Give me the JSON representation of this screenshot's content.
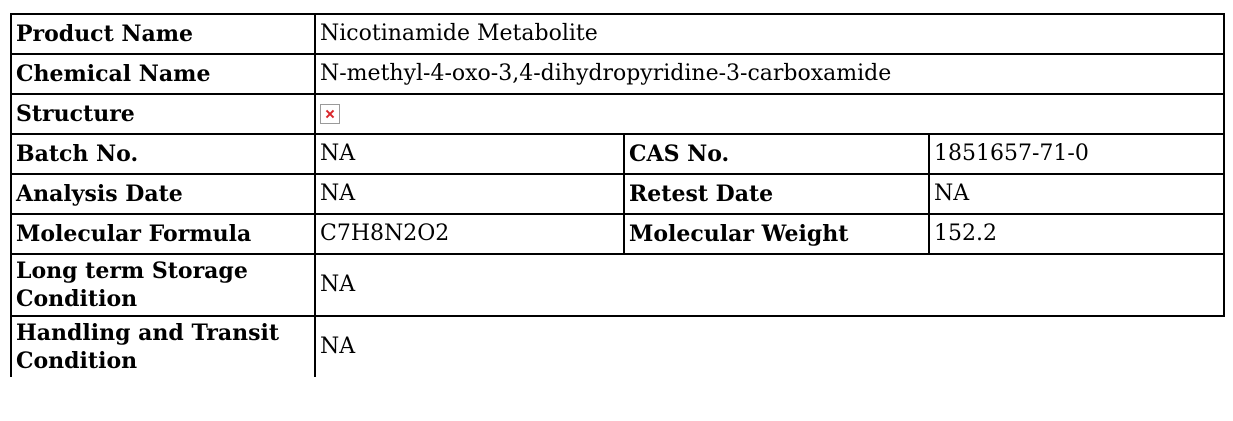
{
  "product": {
    "name_label": "Product Name",
    "name_value": "Nicotinamide Metabolite",
    "chemical_label": "Chemical Name",
    "chemical_value": "N-methyl-4-oxo-3,4-dihydropyridine-3-carboxamide",
    "structure_label": "Structure",
    "structure_icon": "broken-image-icon"
  },
  "batch": {
    "label": "Batch No.",
    "value": "NA"
  },
  "cas": {
    "label": "CAS No.",
    "value": "1851657-71-0"
  },
  "analysis_date": {
    "label": "Analysis Date",
    "value": "NA"
  },
  "retest_date": {
    "label": "Retest Date",
    "value": "NA"
  },
  "formula": {
    "label": "Molecular Formula",
    "value": "C7H8N2O2"
  },
  "weight": {
    "label": "Molecular Weight",
    "value": "152.2"
  },
  "storage": {
    "label": "Long term Storage Condition",
    "value": "NA"
  },
  "handling": {
    "label": "Handling and Transit Condition",
    "value": "NA"
  },
  "colors": {
    "border": "#000000",
    "broken_icon_accent": "#d9262b"
  }
}
